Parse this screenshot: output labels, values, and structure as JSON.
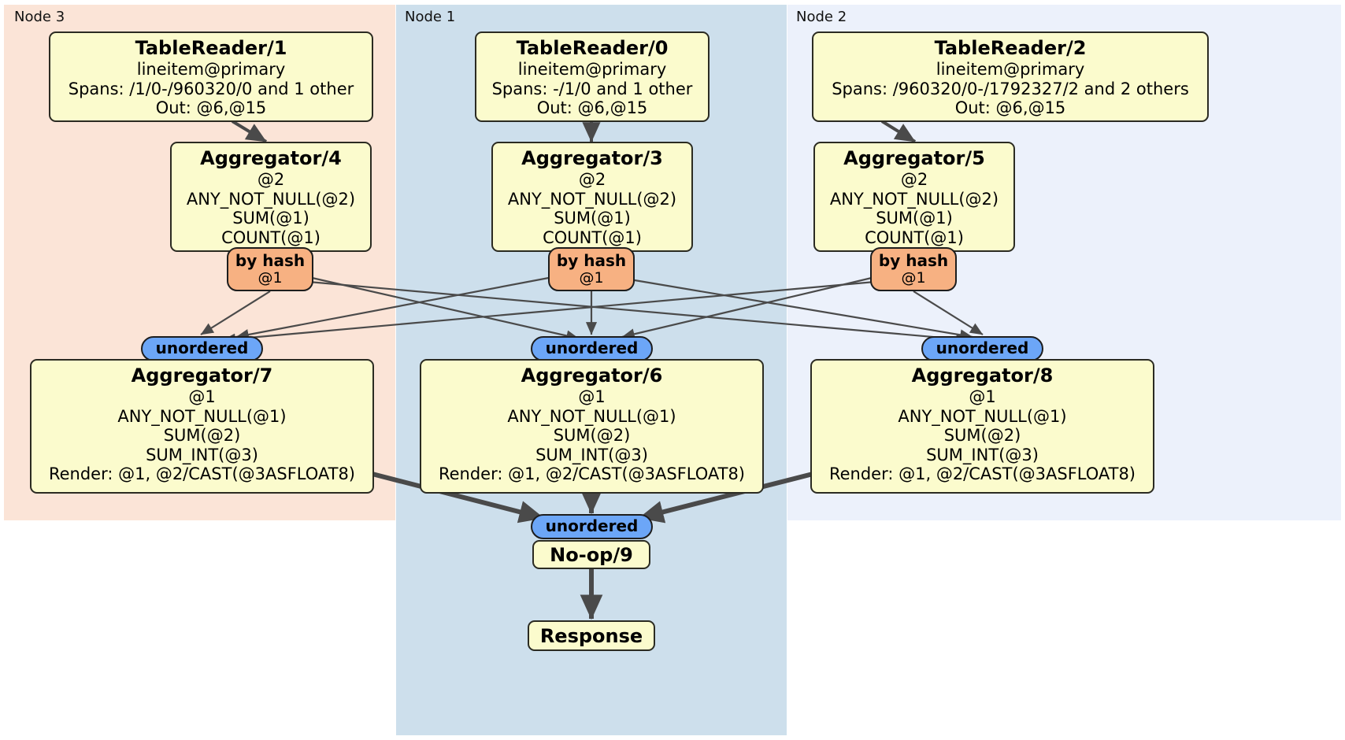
{
  "diagram": {
    "type": "distributed-query-plan",
    "colors": {
      "node3_bg": "#fbe4d7",
      "node1_bg": "#cddfec",
      "node2_bg": "#ecf1fb",
      "box_fill": "#fbfbcd",
      "box_stroke": "#2b2b22",
      "hash_fill": "#f7b182",
      "unordered_fill": "#6ca6f7",
      "edge": "#4a4a4a"
    }
  },
  "nodes": [
    {
      "id": "node3",
      "label": "Node 3"
    },
    {
      "id": "node1",
      "label": "Node 1"
    },
    {
      "id": "node2",
      "label": "Node 2"
    }
  ],
  "readers": {
    "tr1": {
      "title": "TableReader/1",
      "lines": [
        "lineitem@primary",
        "Spans: /1/0-/960320/0 and 1 other",
        "Out: @6,@15"
      ]
    },
    "tr0": {
      "title": "TableReader/0",
      "lines": [
        "lineitem@primary",
        "Spans: -/1/0 and 1 other",
        "Out: @6,@15"
      ]
    },
    "tr2": {
      "title": "TableReader/2",
      "lines": [
        "lineitem@primary",
        "Spans: /960320/0-/1792327/2 and 2 others",
        "Out: @6,@15"
      ]
    }
  },
  "aggregators_stage1": {
    "agg4": {
      "title": "Aggregator/4",
      "lines": [
        "@2",
        "ANY_NOT_NULL(@2)",
        "SUM(@1)",
        "COUNT(@1)"
      ]
    },
    "agg3": {
      "title": "Aggregator/3",
      "lines": [
        "@2",
        "ANY_NOT_NULL(@2)",
        "SUM(@1)",
        "COUNT(@1)"
      ]
    },
    "agg5": {
      "title": "Aggregator/5",
      "lines": [
        "@2",
        "ANY_NOT_NULL(@2)",
        "SUM(@1)",
        "COUNT(@1)"
      ]
    }
  },
  "aggregators_stage2": {
    "agg7": {
      "title": "Aggregator/7",
      "lines": [
        "@1",
        "ANY_NOT_NULL(@1)",
        "SUM(@2)",
        "SUM_INT(@3)",
        "Render: @1, @2/CAST(@3ASFLOAT8)"
      ]
    },
    "agg6": {
      "title": "Aggregator/6",
      "lines": [
        "@1",
        "ANY_NOT_NULL(@1)",
        "SUM(@2)",
        "SUM_INT(@3)",
        "Render: @1, @2/CAST(@3ASFLOAT8)"
      ]
    },
    "agg8": {
      "title": "Aggregator/8",
      "lines": [
        "@1",
        "ANY_NOT_NULL(@1)",
        "SUM(@2)",
        "SUM_INT(@3)",
        "Render: @1, @2/CAST(@3ASFLOAT8)"
      ]
    }
  },
  "routers": {
    "hash_left": {
      "line1": "by hash",
      "line2": "@1"
    },
    "hash_center": {
      "line1": "by hash",
      "line2": "@1"
    },
    "hash_right": {
      "line1": "by hash",
      "line2": "@1"
    }
  },
  "synchronizers": {
    "unordered_left": {
      "label": "unordered"
    },
    "unordered_center": {
      "label": "unordered"
    },
    "unordered_right": {
      "label": "unordered"
    },
    "unordered_final": {
      "label": "unordered"
    }
  },
  "outputs": {
    "noop": {
      "title": "No-op/9"
    },
    "response": {
      "title": "Response"
    }
  }
}
